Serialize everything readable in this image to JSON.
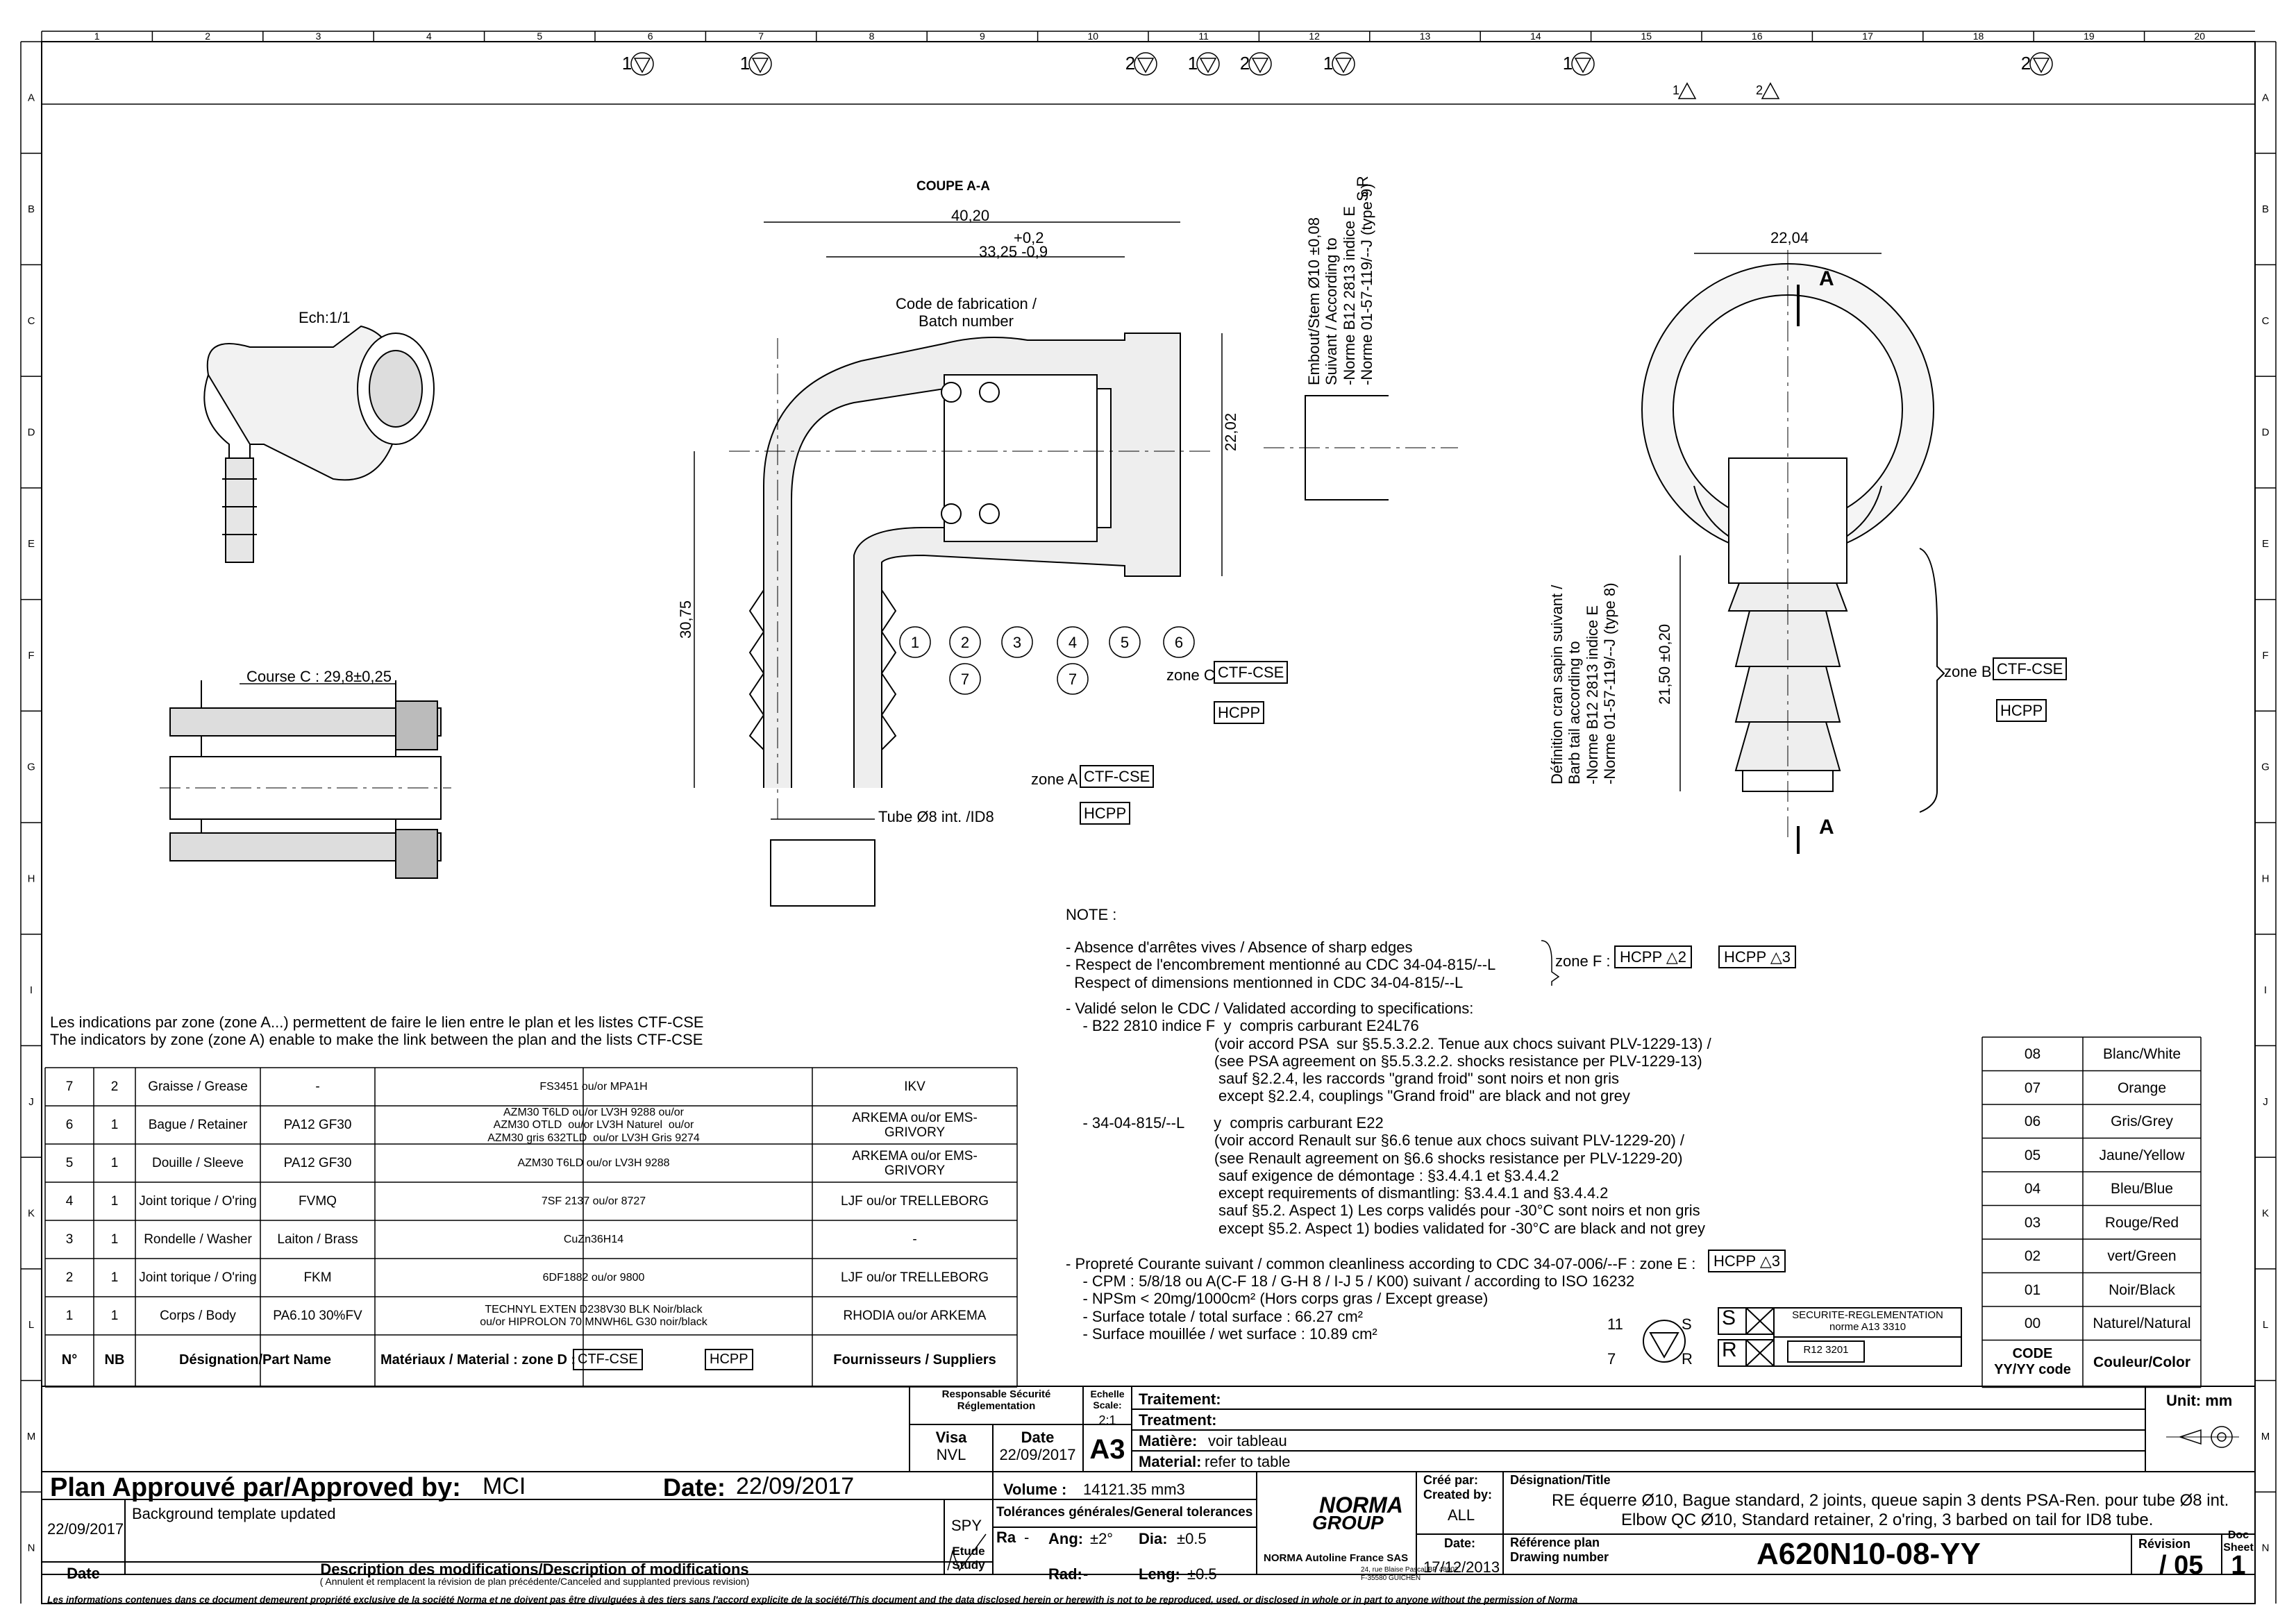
{
  "grid": {
    "columns": [
      "1",
      "2",
      "3",
      "4",
      "5",
      "6",
      "7",
      "8",
      "9",
      "10",
      "11",
      "12",
      "13",
      "14",
      "15",
      "16",
      "17",
      "18",
      "19",
      "20"
    ],
    "rows": [
      "A",
      "B",
      "C",
      "D",
      "E",
      "F",
      "G",
      "H",
      "I",
      "J",
      "K",
      "L",
      "M",
      "N"
    ]
  },
  "revision_marks": [
    {
      "number": "1",
      "shape": "inverted-triangle"
    },
    {
      "number": "1",
      "shape": "inverted-triangle"
    },
    {
      "number": "2",
      "shape": "inverted-triangle"
    },
    {
      "number": "1",
      "shape": "inverted-triangle"
    },
    {
      "number": "2",
      "shape": "inverted-triangle"
    },
    {
      "number": "1",
      "shape": "inverted-triangle"
    },
    {
      "number": "1",
      "shape": "inverted-triangle"
    },
    {
      "number": "2",
      "shape": "inverted-triangle"
    }
  ],
  "hcpp_marks": [
    "1",
    "2"
  ],
  "views": {
    "scale_label": "Ech:1/1",
    "section_title": "COUPE A-A",
    "dim_overall": "40,20",
    "dim_tol_top": "+0,2",
    "dim_tol_bottom": "33,25 -0,9",
    "batch_code_label": "Code de fabrication /\nBatch number",
    "dim_height": "22,02",
    "dim_30_75": "30,75",
    "stroke_label": "Course C : 29,8±0,25",
    "tube_label": "Tube Ø8 int. /ID8",
    "stem_note": "Embout/Stem Ø10 ±0,08\nSuivant / According to\n-Norme B12 2813 indice E\n-Norme 01-57-119/--J (type 9)",
    "stem_symbol": "S R",
    "barb_note": "Définition cran sapin suivant /\nBarb tail according to\n-Norme B12 2813 indice E\n-Norme 01-57-119/--J (type 8)",
    "dim_22_04": "22,04",
    "dim_21_50": "21,50 ±0,20",
    "section_marker": "A",
    "zone_a": "zone A",
    "zone_b": "zone B",
    "zone_c": "zone C",
    "ctf_cse": "CTF-CSE",
    "hcpp": "HCPP",
    "callouts": [
      "1",
      "2",
      "3",
      "4",
      "5",
      "6",
      "7",
      "7"
    ]
  },
  "notes": {
    "heading": "NOTE :",
    "lines_1": "- Absence d'arrêtes vives / Absence of sharp edges\n- Respect de l'encombrement mentionné au CDC 34-04-815/--L\n  Respect of dimensions mentionned in CDC 34-04-815/--L",
    "zone_f": "zone F :",
    "zone_f_hcpp_1": "HCPP",
    "zone_f_mark_1": "2",
    "zone_f_hcpp_2": "HCPP",
    "zone_f_mark_2": "3",
    "lines_2": "- Validé selon le CDC / Validated according to specifications:\n    - B22 2810 indice F  y  compris carburant E24L76\n                                   (voir accord PSA  sur §5.5.3.2.2. Tenue aux chocs suivant PLV-1229-13) /\n                                   (see PSA agreement on §5.5.3.2.2. shocks resistance per PLV-1229-13)\n                                    sauf §2.2.4, les raccords \"grand froid\" sont noirs et non gris\n                                    except §2.2.4, couplings \"Grand froid\" are black and not grey",
    "lines_3": "    - 34-04-815/--L       y  compris carburant E22\n                                   (voir accord Renault sur §6.6 tenue aux chocs suivant PLV-1229-20) /\n                                   (see Renault agreement on §6.6 shocks resistance per PLV-1229-20)\n                                    sauf exigence de démontage : §3.4.4.1 et §3.4.4.2\n                                    except requirements of dismantling: §3.4.4.1 and §3.4.4.2\n                                    sauf §5.2. Aspect 1) Les corps validés pour -30°C sont noirs et non gris\n                                    except §5.2. Aspect 1) bodies validated for -30°C are black and not grey",
    "cleanliness": "- Propreté Courante suivant / common cleanliness according to CDC 34-07-006/--F : zone E :",
    "cleanliness_hcpp": "HCPP",
    "cleanliness_mark": "3",
    "lines_4": "    - CPM : 5/8/18 ou A(C-F 18 / G-H 8 / I-J 5 / K00) suivant / according to ISO 16232\n    - NPSm < 20mg/1000cm² (Hors corps gras / Except grease)\n    - Surface totale / total surface : 66.27 cm²\n    - Surface mouillée / wet surface : 10.89 cm²"
  },
  "zone_indication": "Les indications par zone (zone A...) permettent de faire le lien entre le plan et les listes CTF-CSE\nThe indicators by zone (zone A) enable to make the link between the plan and the lists CTF-CSE",
  "bom": {
    "rows": [
      {
        "n": "7",
        "nb": "2",
        "designation": "Graisse / Grease",
        "material": "-",
        "grade": "FS3451 ou/or MPA1H",
        "supplier": "IKV"
      },
      {
        "n": "6",
        "nb": "1",
        "designation": "Bague / Retainer",
        "material": "PA12 GF30",
        "grade": "AZM30 T6LD ou/or LV3H 9288 ou/or\nAZM30 OTLD  ou/or LV3H Naturel  ou/or\nAZM30 gris 632TLD  ou/or LV3H Gris 9274",
        "supplier": "ARKEMA ou/or EMS-\nGRIVORY"
      },
      {
        "n": "5",
        "nb": "1",
        "designation": "Douille / Sleeve",
        "material": "PA12 GF30",
        "grade": "AZM30 T6LD ou/or LV3H 9288",
        "supplier": "ARKEMA ou/or EMS-\nGRIVORY"
      },
      {
        "n": "4",
        "nb": "1",
        "designation": "Joint torique / O'ring",
        "material": "FVMQ",
        "grade": "7SF 2137 ou/or 8727",
        "supplier": "LJF ou/or TRELLEBORG"
      },
      {
        "n": "3",
        "nb": "1",
        "designation": "Rondelle / Washer",
        "material": "Laiton / Brass",
        "grade": "CuZn36H14",
        "supplier": "-"
      },
      {
        "n": "2",
        "nb": "1",
        "designation": "Joint torique / O'ring",
        "material": "FKM",
        "grade": "6DF1882 ou/or 9800",
        "supplier": "LJF ou/or TRELLEBORG"
      },
      {
        "n": "1",
        "nb": "1",
        "designation": "Corps / Body",
        "material": "PA6.10 30%FV",
        "grade": "TECHNYL EXTEN D238V30 BLK Noir/black\nou/or HIPROLON 70 MNWH6L G30 noir/black",
        "supplier": "RHODIA ou/or ARKEMA"
      }
    ],
    "headers": {
      "n": "N°",
      "nb": "NB",
      "designation": "Désignation/Part Name",
      "material": "Matériaux / Material : zone D :",
      "ctf": "CTF-CSE",
      "hcpp": "HCPP",
      "supplier": "Fournisseurs / Suppliers"
    }
  },
  "color_codes": {
    "rows": [
      {
        "code": "08",
        "color": "Blanc/White"
      },
      {
        "code": "07",
        "color": "Orange"
      },
      {
        "code": "06",
        "color": "Gris/Grey"
      },
      {
        "code": "05",
        "color": "Jaune/Yellow"
      },
      {
        "code": "04",
        "color": "Bleu/Blue"
      },
      {
        "code": "03",
        "color": "Rouge/Red"
      },
      {
        "code": "02",
        "color": "vert/Green"
      },
      {
        "code": "01",
        "color": "Noir/Black"
      },
      {
        "code": "00",
        "color": "Naturel/Natural"
      }
    ],
    "header_code": "CODE\nYY/YY code",
    "header_color": "Couleur/Color"
  },
  "safety": {
    "label_11": "11",
    "label_7": "7",
    "s": "S",
    "r": "R",
    "box_title": "SECURITE-REGLEMENTATION\nnorme A13 3310",
    "box_ref": "R12 3201"
  },
  "title_block": {
    "resp_secu": "Responsable Sécurité\nRéglementation",
    "echelle": "Echelle\nScale:",
    "echelle_val": "2:1",
    "traitement": "Traitement:",
    "treatment": "Treatment:",
    "visa": "Visa",
    "visa_val": "NVL",
    "date": "Date",
    "date_val": "22/09/2017",
    "format": "A3",
    "matiere": "Matière:",
    "matiere_val": "voir tableau",
    "material": "Material:",
    "material_val": "refer to table",
    "unit": "Unit: mm",
    "approved_label": "Plan Approuvé par/Approved by:",
    "approved_val": "MCI",
    "approved_date_label": "Date:",
    "approved_date_val": "22/09/2017",
    "volume_label": "Volume :",
    "volume_val": "14121.35 mm3",
    "tol_title": "Tolérances générales/General tolerances",
    "ra": "Ra",
    "ra_val": "-",
    "ang": "Ang:",
    "ang_val": "±2°",
    "dia": "Dia:",
    "dia_val": "±0.5",
    "rad": "Rad:",
    "rad_val": "-",
    "leng": "Leng:",
    "leng_val": "±0.5",
    "spy": "SPY",
    "etude": "Etude\nStudy",
    "created_by": "Créé par:\nCreated by:",
    "created_by_val": "ALL",
    "created_date": "Date:",
    "created_date_val": "17/12/2013",
    "logo_line1": "NORMA",
    "logo_line2": "GROUP",
    "company": "NORMA  Autoline France SAS",
    "company_addr": "24, rue Blaise Pascal BP 48002\nF-35580 GUICHEN",
    "designation_label": "Désignation/Title",
    "designation_fr": "RE équerre Ø10, Bague standard, 2 joints, queue sapin 3 dents PSA-Ren. pour tube Ø8 int.",
    "designation_en": "Elbow QC Ø10, Standard retainer, 2 o'ring, 3 barbed on tail for ID8 tube.",
    "ref_label": "Référence plan\nDrawing number",
    "ref_val": "A620N10-08-YY",
    "revision_label": "Révision",
    "revision_val": "/ 05",
    "doc_sheet": "Doc\nSheet",
    "doc_sheet_val": "1",
    "mod_date": "22/09/2017",
    "mod_text": "Background template updated",
    "mod_date_hdr": "Date",
    "mod_desc_hdr": "Description des modifications/Description of modifications",
    "mod_desc_sub": "( Annulent et remplacent la révision de plan précédente/Canceled and supplanted previous revision)"
  },
  "disclaimer": "Les informations contenues dans ce document demeurent propriété exclusive de la société Norma et ne doivent pas être divulguées à des tiers sans l'accord explicite de la société/This document and the data disclosed herein or herewith is not to be reproduced, used, or disclosed in whole or in part to anyone without the permission of Norma"
}
